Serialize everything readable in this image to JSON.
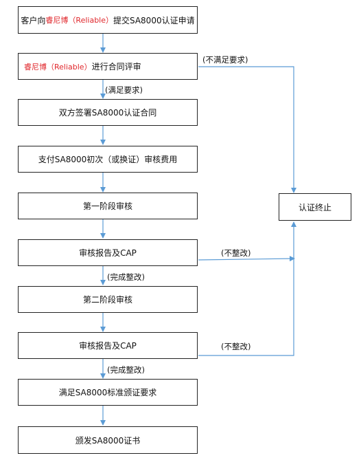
{
  "brand": "睿尼博（Reliable）",
  "colors": {
    "arrow": "#5b9bd5",
    "brand_text": "#e0262b",
    "border": "#222222"
  },
  "steps": {
    "s1": {
      "brand": "睿尼博（Reliable）",
      "prefix": "客户向",
      "suffix": "提交SA8000认证申请"
    },
    "s2": {
      "brand": "睿尼博（Reliable）",
      "suffix": "进行合同评审"
    },
    "s3": "双方签署SA8000认证合同",
    "s4": "支付SA8000初次（或换证）审核费用",
    "s5": "第一阶段审核",
    "s6": "审核报告及CAP",
    "s7": "第二阶段审核",
    "s8": "审核报告及CAP",
    "s9": "满足SA8000标准颁证要求",
    "s10": "颁发SA8000证书",
    "end": "认证终止"
  },
  "labels": {
    "not_meet": "(不满足要求)",
    "meet": "(满足要求)",
    "no_fix_1": "(不整改)",
    "done_fix_1": "(完成整改)",
    "no_fix_2": "(不整改)",
    "done_fix_2": "(完成整改)"
  }
}
